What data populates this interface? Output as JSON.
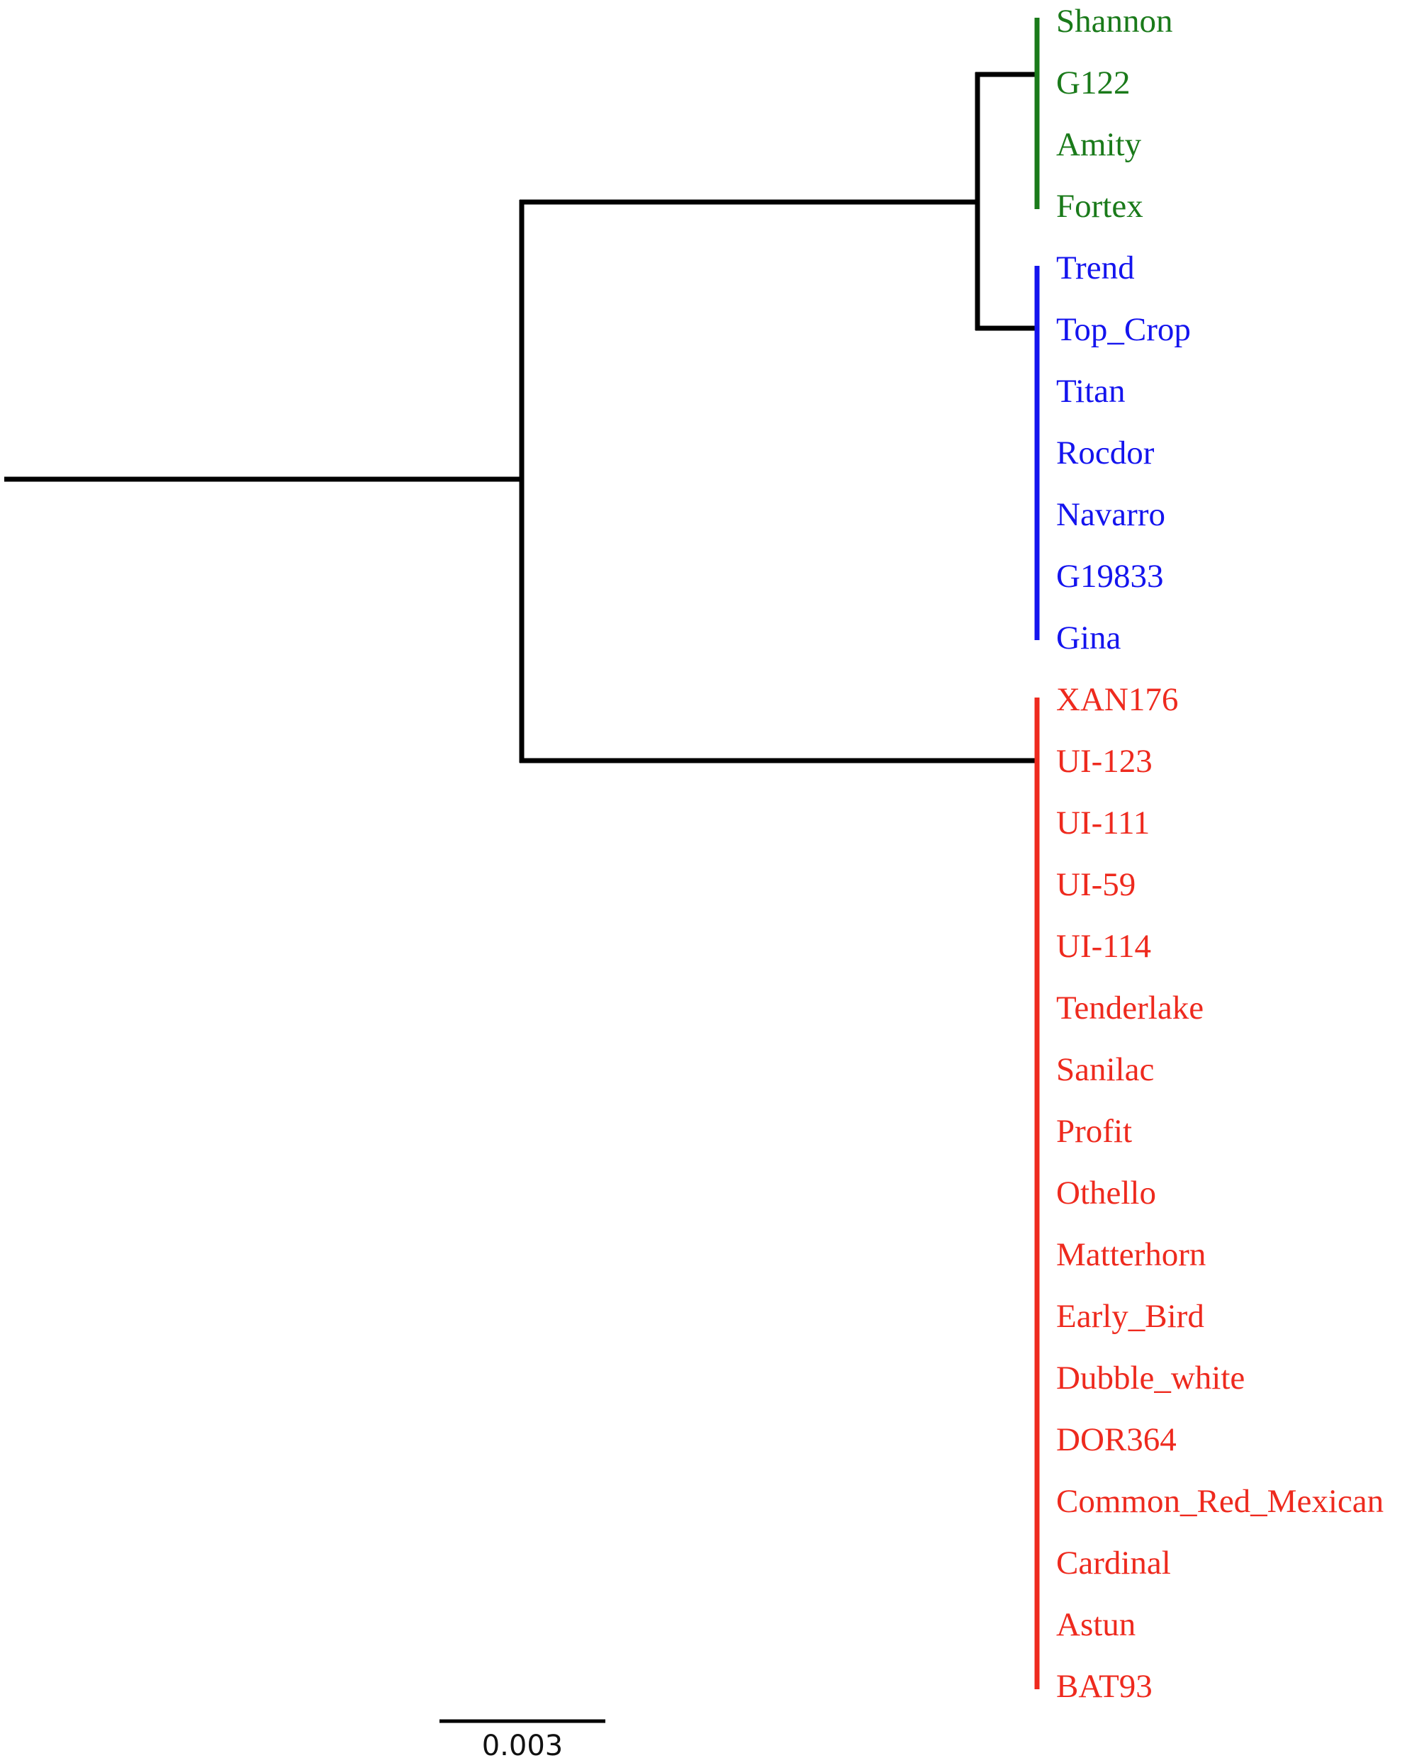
{
  "tree": {
    "branch_color": "#000000",
    "clades": [
      {
        "color": "#1a7a1a",
        "taxa": [
          "Shannon",
          "G122",
          "Amity",
          "Fortex"
        ]
      },
      {
        "color": "#1414ee",
        "taxa": [
          "Trend",
          "Top_Crop",
          "Titan",
          "Rocdor",
          "Navarro",
          "G19833",
          "Gina"
        ]
      },
      {
        "color": "#ee2a1e",
        "taxa": [
          "XAN176",
          "UI-123",
          "UI-111",
          "UI-59",
          "UI-114",
          "Tenderlake",
          "Sanilac",
          "Profit",
          "Othello",
          "Matterhorn",
          "Early_Bird",
          "Dubble_white",
          "DOR364",
          "Common_Red_Mexican",
          "Cardinal",
          "Astun",
          "BAT93"
        ]
      }
    ]
  },
  "scale_bar": {
    "label": "0.003"
  }
}
